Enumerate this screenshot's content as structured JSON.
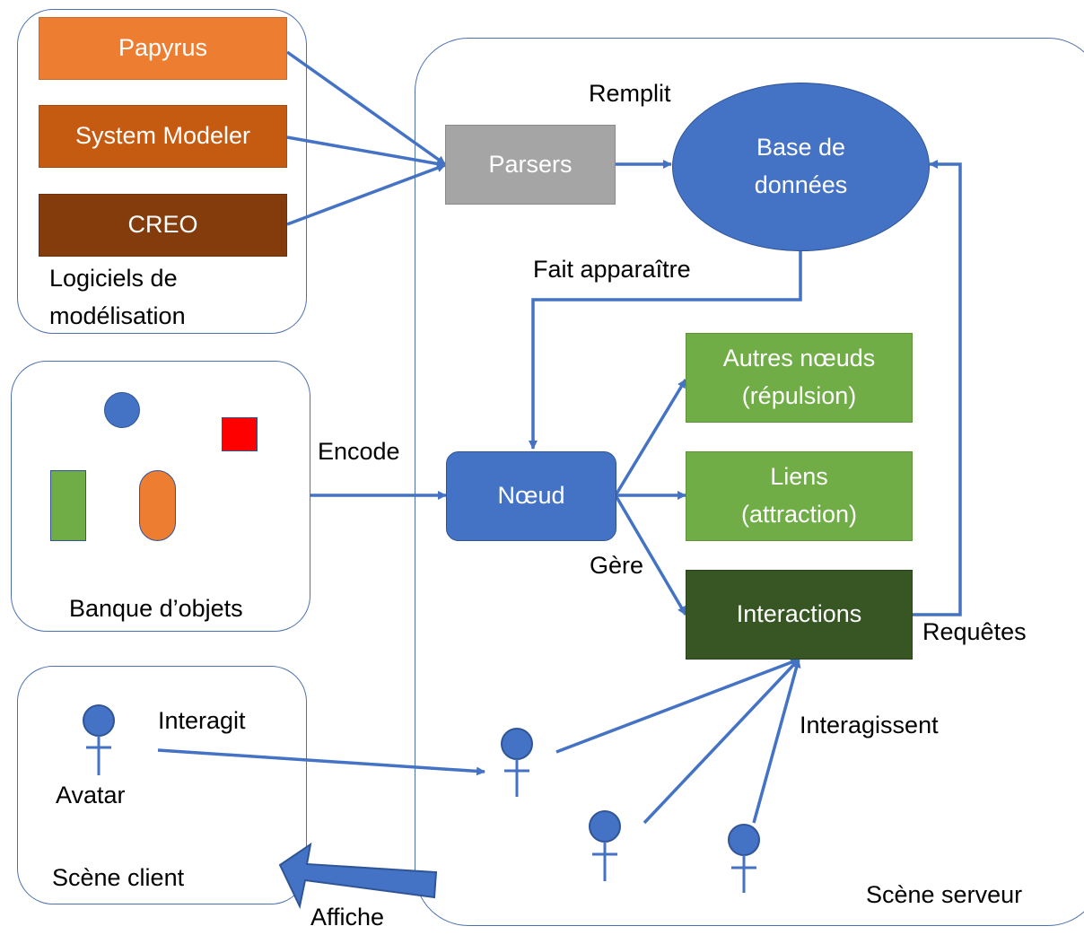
{
  "colors": {
    "stroke": "#4472c4",
    "group_border": "#4d71b0",
    "papyrus": "#ed7d31",
    "system_modeler": "#c55a11",
    "creo": "#843c0c",
    "parsers": "#a5a5a5",
    "blue_node": "#4472c4",
    "light_green": "#70ad47",
    "dark_green": "#375623",
    "red": "#ff0000",
    "orange": "#ed7d31",
    "text": "#000000",
    "box_text": "#ffffff"
  },
  "modeling_group": {
    "papyrus": "Papyrus",
    "system_modeler": "System Modeler",
    "creo": "CREO",
    "label": "Logiciels de\nmodélisation"
  },
  "objects_group": {
    "label": "Banque d’objets",
    "shapes": [
      "blue-circle",
      "red-square",
      "green-rectangle",
      "orange-pill"
    ]
  },
  "client_group": {
    "avatar_label": "Avatar",
    "label": "Scène client"
  },
  "server_group": {
    "label": "Scène serveur",
    "parsers": "Parsers",
    "database": "Base de\ndonnées",
    "node": "Nœud",
    "other_nodes": "Autres nœuds\n(répulsion)",
    "links": "Liens\n(attraction)",
    "interactions": "Interactions"
  },
  "edge_labels": {
    "fills": "Remplit",
    "spawns": "Fait apparaître",
    "encodes": "Encode",
    "manages": "Gère",
    "requests": "Requêtes",
    "interacts": "Interagit",
    "interact_plural": "Interagissent",
    "displays": "Affiche"
  }
}
